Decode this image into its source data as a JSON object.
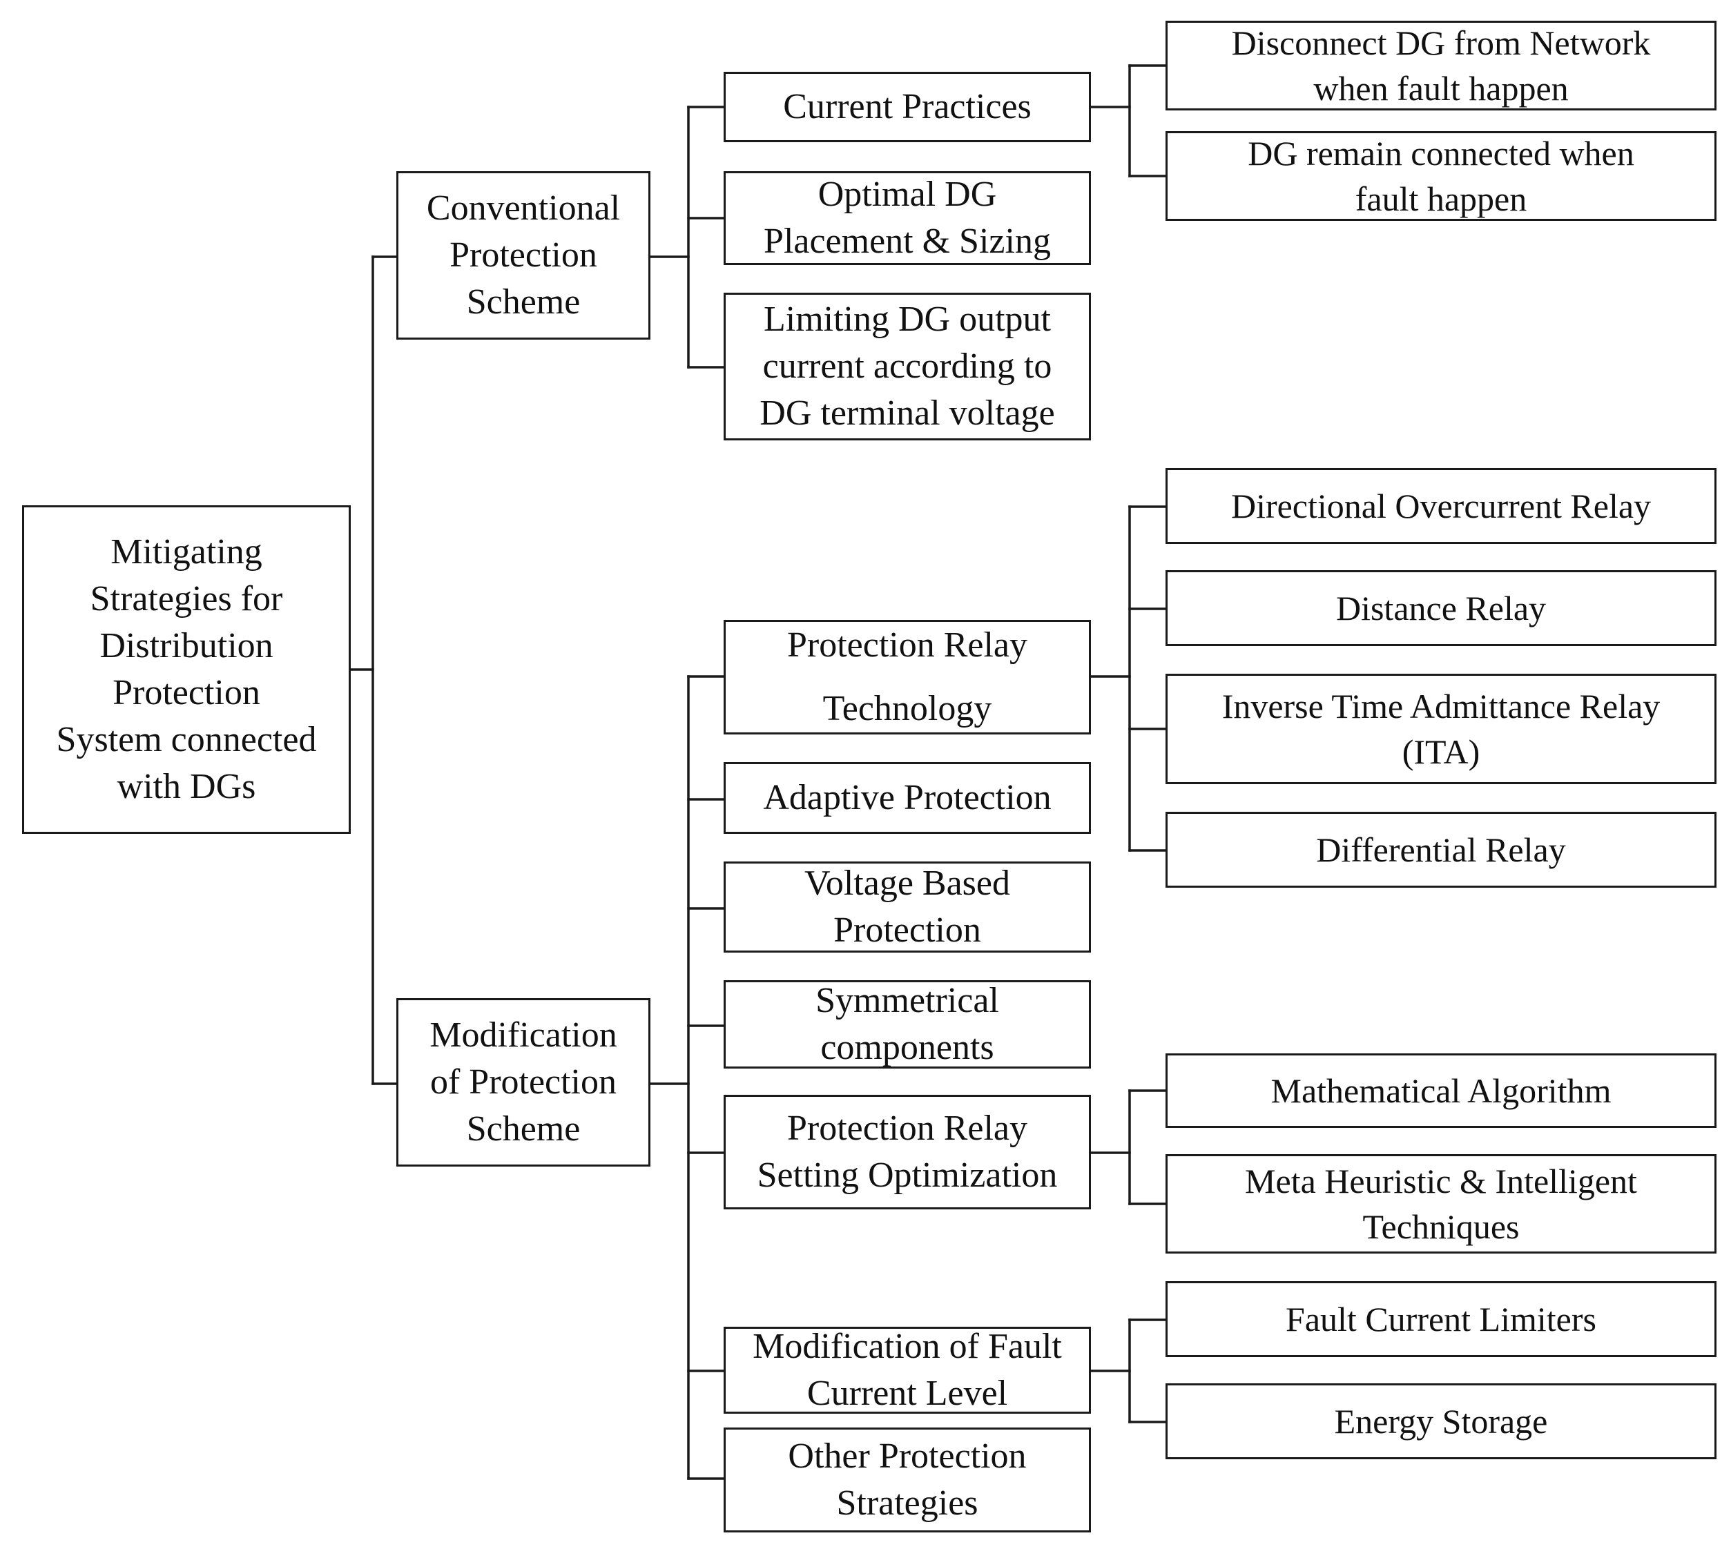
{
  "root": {
    "label": "Mitigating\nStrategies for\nDistribution\nProtection\nSystem connected\nwith DGs"
  },
  "level1": {
    "conventional": {
      "label": "Conventional\nProtection\nScheme"
    },
    "modification": {
      "label": "Modification\nof Protection\nScheme"
    }
  },
  "conventional_children": {
    "current_practices": {
      "label": "Current Practices"
    },
    "optimal_dg": {
      "label": "Optimal DG\nPlacement & Sizing"
    },
    "limiting_dg": {
      "label": "Limiting DG output\ncurrent according to\nDG terminal voltage"
    }
  },
  "current_practices_children": {
    "disconnect": {
      "label": "Disconnect DG from Network\nwhen fault happen"
    },
    "remain": {
      "label": "DG remain connected when\nfault happen"
    }
  },
  "modification_children": {
    "relay_tech": {
      "label": "Protection Relay\nTechnology"
    },
    "adaptive": {
      "label": "Adaptive Protection"
    },
    "voltage_based": {
      "label": "Voltage Based\nProtection"
    },
    "symmetrical": {
      "label": "Symmetrical\ncomponents"
    },
    "relay_setting": {
      "label": "Protection Relay\nSetting Optimization"
    },
    "fault_level": {
      "label": "Modification of Fault\nCurrent Level"
    },
    "other": {
      "label": "Other Protection\nStrategies"
    }
  },
  "relay_tech_children": {
    "directional": {
      "label": "Directional Overcurrent Relay"
    },
    "distance": {
      "label": "Distance Relay"
    },
    "ita": {
      "label": "Inverse Time Admittance Relay\n(ITA)"
    },
    "differential": {
      "label": "Differential Relay"
    }
  },
  "relay_setting_children": {
    "mathematical": {
      "label": "Mathematical Algorithm"
    },
    "meta_heuristic": {
      "label": "Meta Heuristic & Intelligent\nTechniques"
    }
  },
  "fault_level_children": {
    "fcl": {
      "label": "Fault Current Limiters"
    },
    "energy_storage": {
      "label": "Energy Storage"
    }
  }
}
